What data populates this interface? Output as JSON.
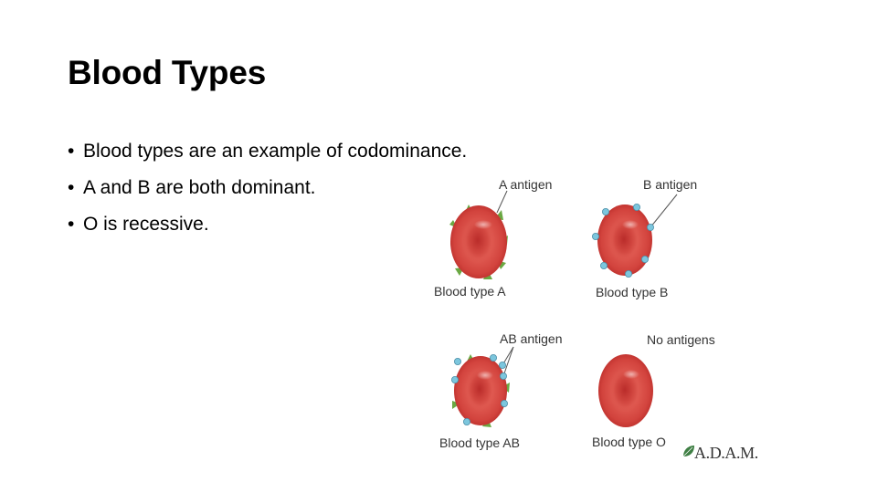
{
  "slide": {
    "title": "Blood Types",
    "bullets": [
      "Blood types are an example of codominance.",
      "A and B are both dominant.",
      "O is recessive."
    ]
  },
  "figure": {
    "labels": {
      "a_antigen": "A antigen",
      "b_antigen": "B antigen",
      "ab_antigen": "AB antigen",
      "no_antigens": "No antigens",
      "type_a": "Blood type A",
      "type_b": "Blood type B",
      "type_ab": "Blood type AB",
      "type_o": "Blood type O"
    },
    "credit": "A.D.A.M.",
    "colors": {
      "cell_dark": "#c9322e",
      "cell_mid": "#df5b52",
      "cell_light": "#f0a29a",
      "antigen_a": "#6aa843",
      "antigen_b": "#7cc6dd",
      "antigen_b_stroke": "#4d8fa8",
      "leader_line": "#555555",
      "brand": "#3f7f44"
    },
    "icons": {
      "brand": "leaf-icon"
    }
  }
}
